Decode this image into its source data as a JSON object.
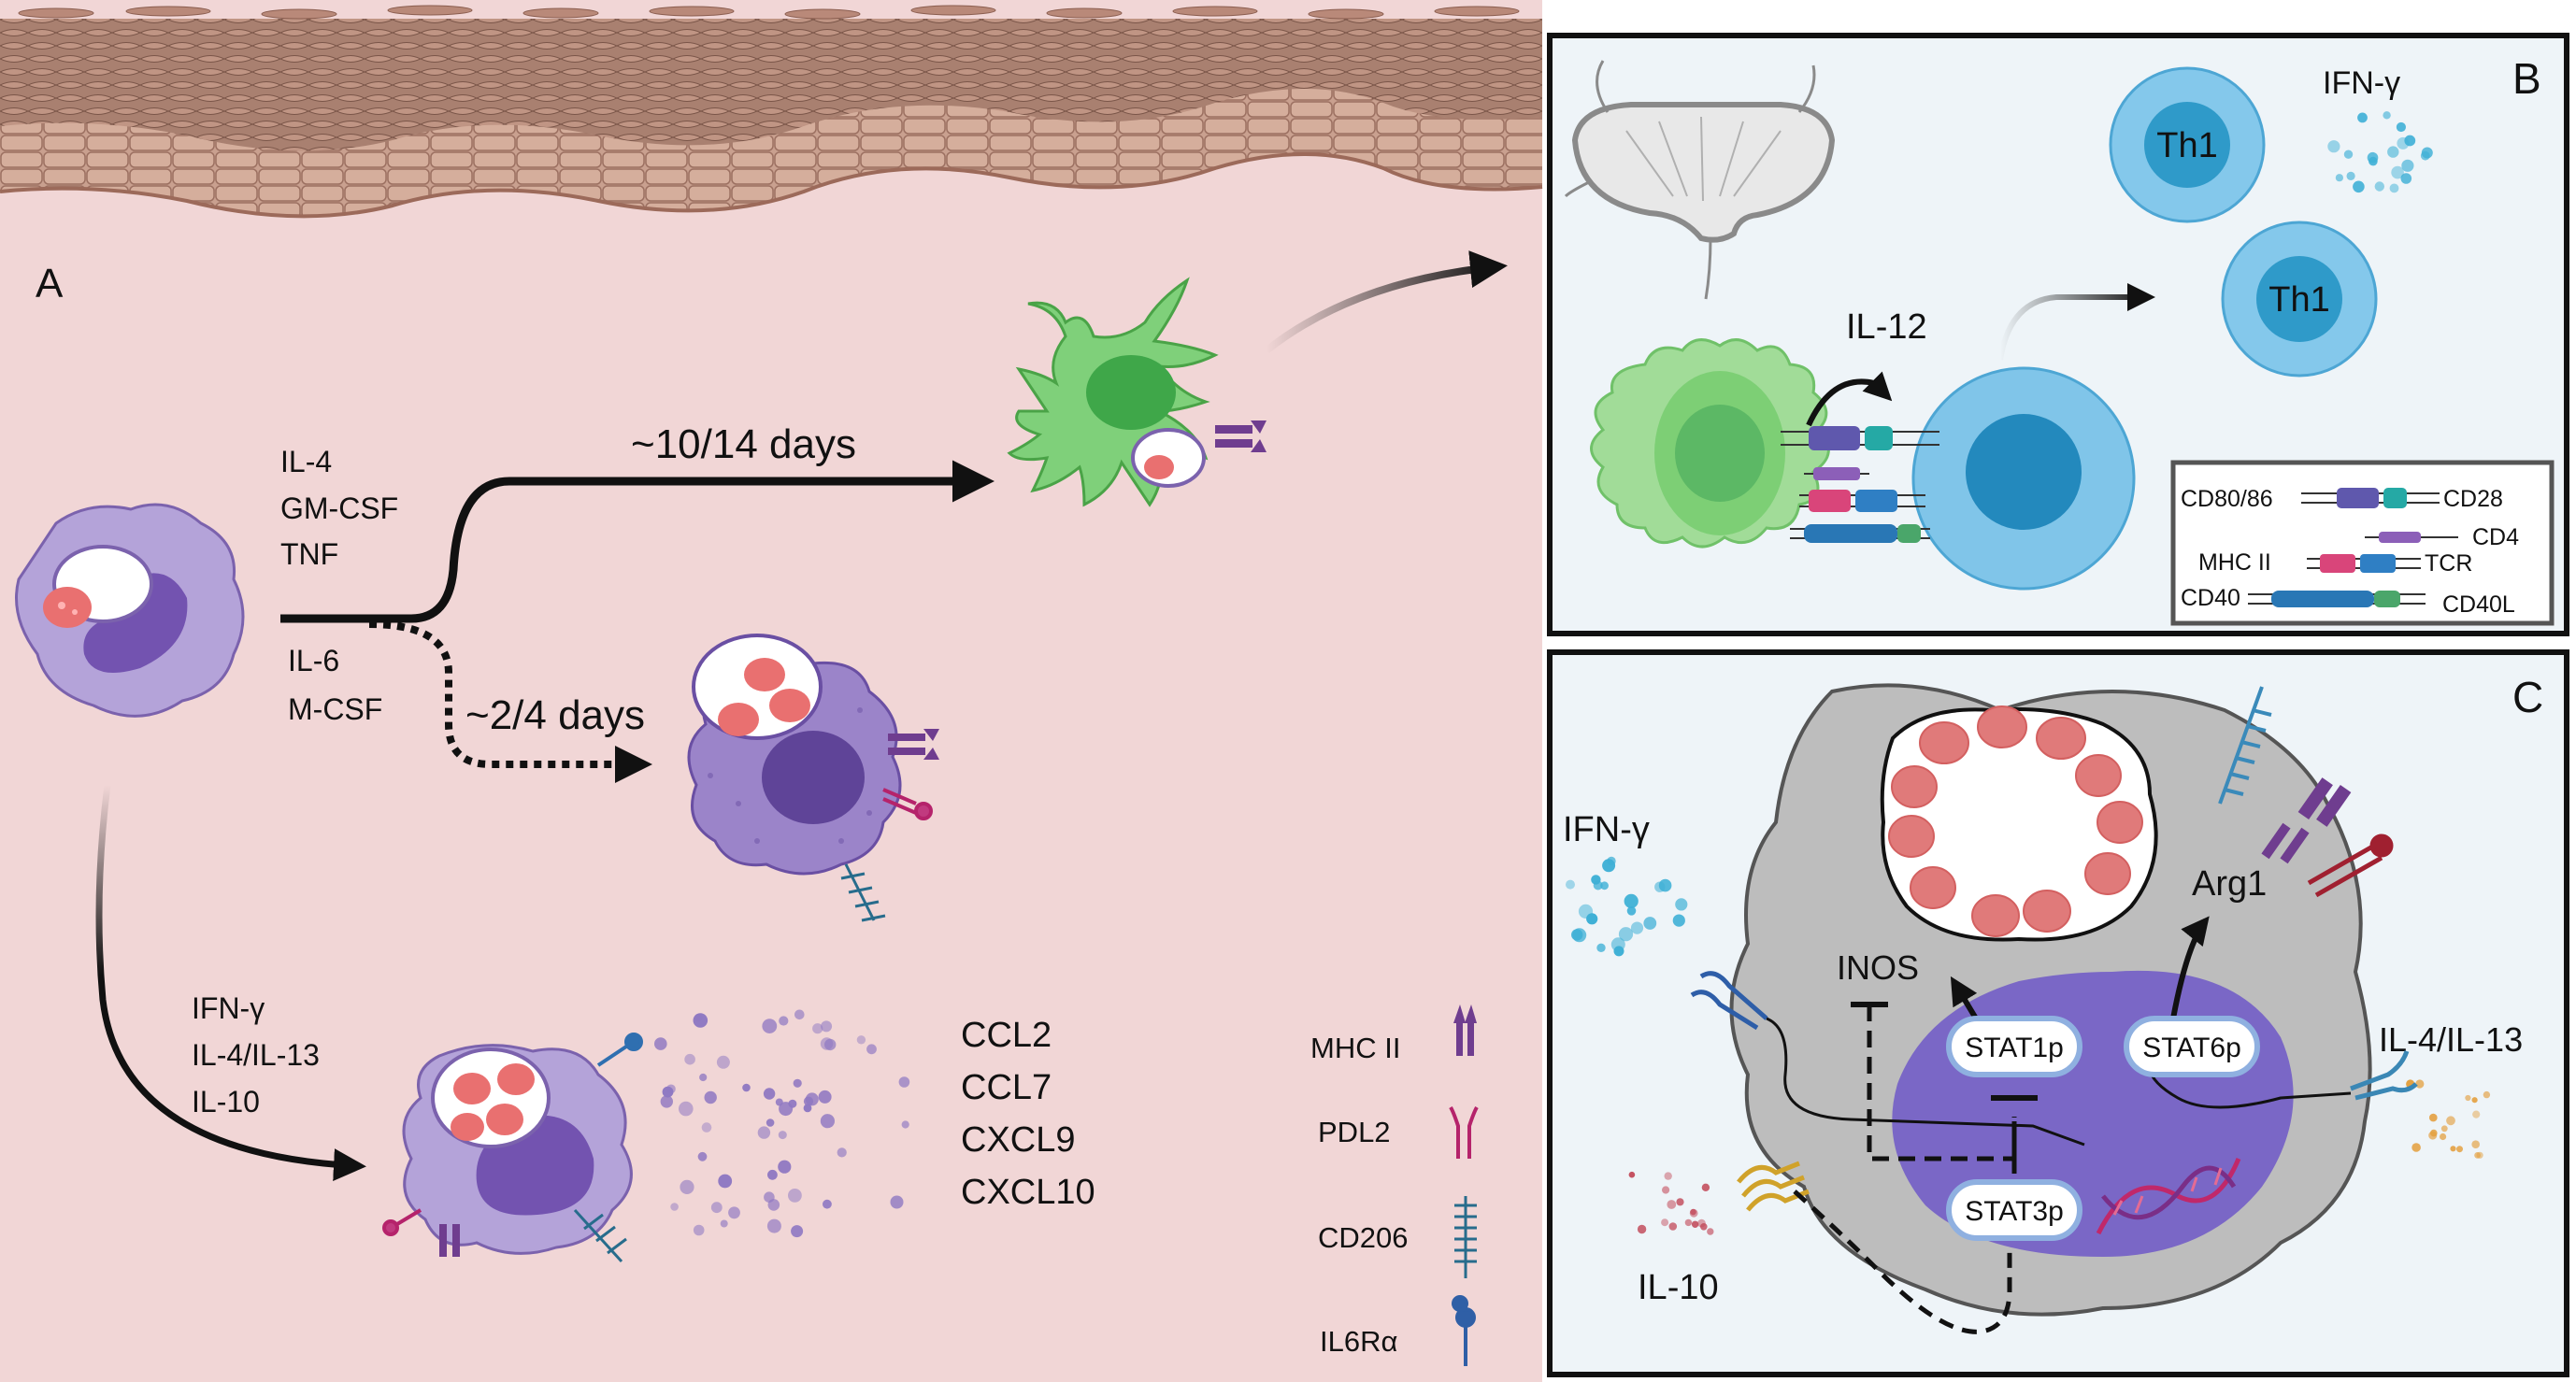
{
  "panels": {
    "a": {
      "label": "A"
    },
    "b": {
      "label": "B"
    },
    "c": {
      "label": "C"
    }
  },
  "panel_a": {
    "dc_cytokines": [
      "IL-4",
      "GM-CSF",
      "TNF"
    ],
    "mac_cytokines": [
      "IL-6",
      "M-CSF"
    ],
    "dc_time": "~10/14 days",
    "mac_time": "~2/4 days",
    "activated_cytokines": [
      "IFN-γ",
      "IL-4/IL-13",
      "IL-10"
    ],
    "chemokines": [
      "CCL2",
      "CCL7",
      "CXCL9",
      "CXCL10"
    ],
    "legend": [
      "MHC II",
      "PDL2",
      "CD206",
      "IL6Rα"
    ]
  },
  "panel_b": {
    "il12": "IL-12",
    "th1_a": "Th1",
    "th1_b": "Th1",
    "ifng": "IFN-γ",
    "legend": {
      "cd80": "CD80/86",
      "cd28": "CD28",
      "cd4": "CD4",
      "mhc": "MHC II",
      "tcr": "TCR",
      "cd40": "CD40",
      "cd40l": "CD40L"
    }
  },
  "panel_c": {
    "ifng": "IFN-γ",
    "il10": "IL-10",
    "il4": "IL-4/IL-13",
    "inos": "INOS",
    "arg1": "Arg1",
    "stat1": "STAT1p",
    "stat6": "STAT6p",
    "stat3": "STAT3p"
  },
  "colors": {
    "tissue": "#f1d6d6",
    "epidermis": "#c99a89",
    "dc_green": "#7fd07a",
    "macrophage_purple": "#8f78c2",
    "t_cell_blue": "#4bb0dd",
    "cell_gray": "#bdbdbd",
    "nucleus_purple": "#6a4fb0",
    "parasite_red": "#e26b6b"
  }
}
